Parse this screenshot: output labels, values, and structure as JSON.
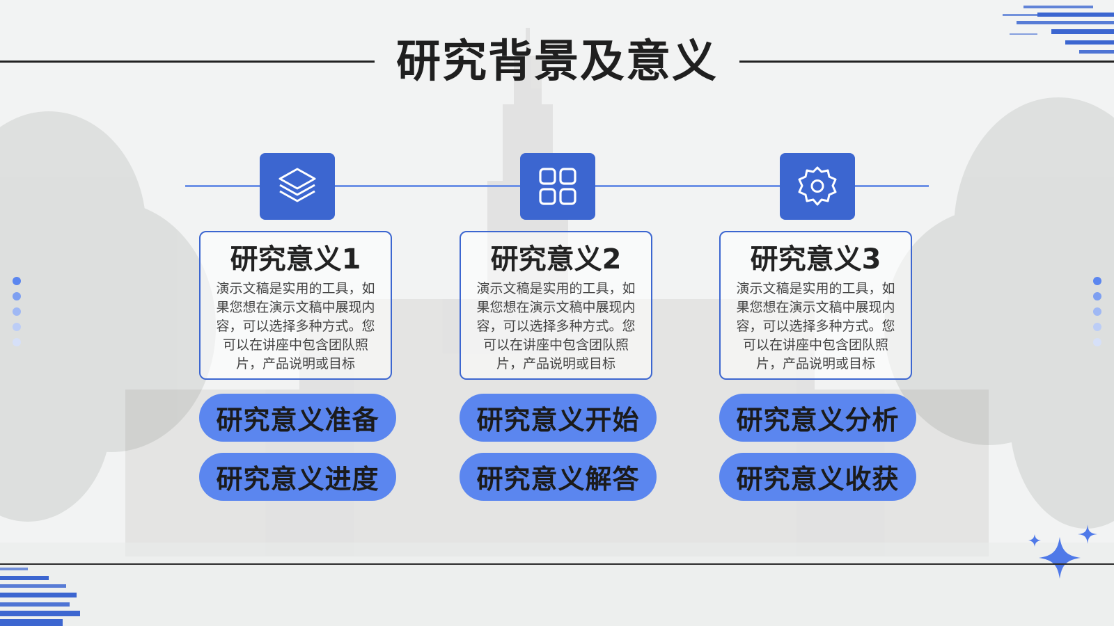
{
  "slide": {
    "title": "研究背景及意义"
  },
  "columns": [
    {
      "icon": "layers-icon",
      "card_title": "研究意义1",
      "card_text": "演示文稿是实用的工具，如果您想在演示文稿中展现内容，可以选择多种方式。您可以在讲座中包含团队照片，产品说明或目标",
      "button_1": "研究意义准备",
      "button_2": "研究意义进度"
    },
    {
      "icon": "grid-icon",
      "card_title": "研究意义2",
      "card_text": "演示文稿是实用的工具，如果您想在演示文稿中展现内容，可以选择多种方式。您可以在讲座中包含团队照片，产品说明或目标",
      "button_1": "研究意义开始",
      "button_2": "研究意义解答"
    },
    {
      "icon": "gear-icon",
      "card_title": "研究意义3",
      "card_text": "演示文稿是实用的工具，如果您想在演示文稿中展现内容，可以选择多种方式。您可以在讲座中包含团队照片，产品说明或目标",
      "button_1": "研究意义分析",
      "button_2": "研究意义收获"
    }
  ],
  "colors": {
    "accent": "#3c66d0",
    "pill": "#5b86ef",
    "connector": "#6f92e6",
    "text_dark": "#1f1f1f",
    "background": "#f3f4f4"
  }
}
